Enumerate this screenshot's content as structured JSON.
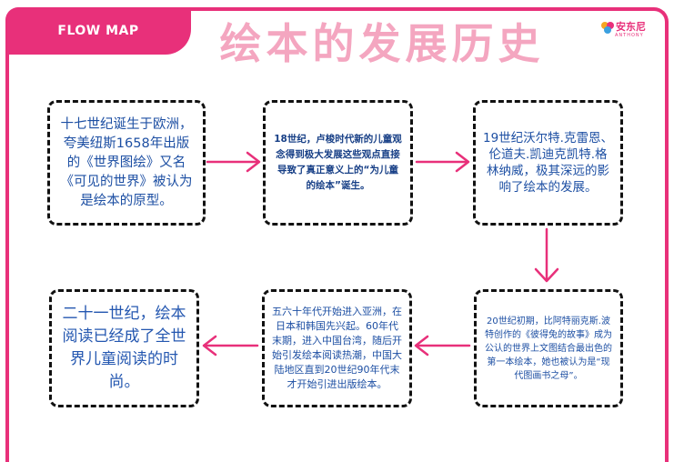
{
  "header": {
    "tab_label": "FLOW MAP",
    "title": "绘本的发展历史"
  },
  "logo": {
    "name": "安东尼",
    "sub": "ANTHONY"
  },
  "steps": [
    {
      "text": "十七世纪诞生于欧洲，夸美纽斯1658年出版的《世界图绘》又名《可见的世界》被认为是绘本的原型。"
    },
    {
      "text": "18世纪，卢梭时代新的儿童观念得到极大发展这些观点直接导致了真正意义上的“为儿童的绘本”诞生。"
    },
    {
      "text": "19世纪沃尔特.克雷恩、伦道夫.凯迪克凯特.格林纳威，极其深远的影响了绘本的发展。"
    },
    {
      "text": "20世纪初期，比阿特丽克斯.波特创作的《彼得兔的故事》成为公认的世界上文图结合最出色的第一本绘本，她也被认为是“现代图画书之母”。"
    },
    {
      "text": "五六十年代开始进入亚洲，在日本和韩国先兴起。60年代末期，进入中国台湾，随后开始引发绘本阅读热潮，中国大陆地区直到20世纪90年代末才开始引进出版绘本。"
    },
    {
      "text": "二十一世纪，绘本阅读已经成了全世界儿童阅读的时尚。"
    }
  ],
  "colors": {
    "accent": "#e8307a",
    "title": "#f4a6c0",
    "text": "#1d4fa3"
  }
}
